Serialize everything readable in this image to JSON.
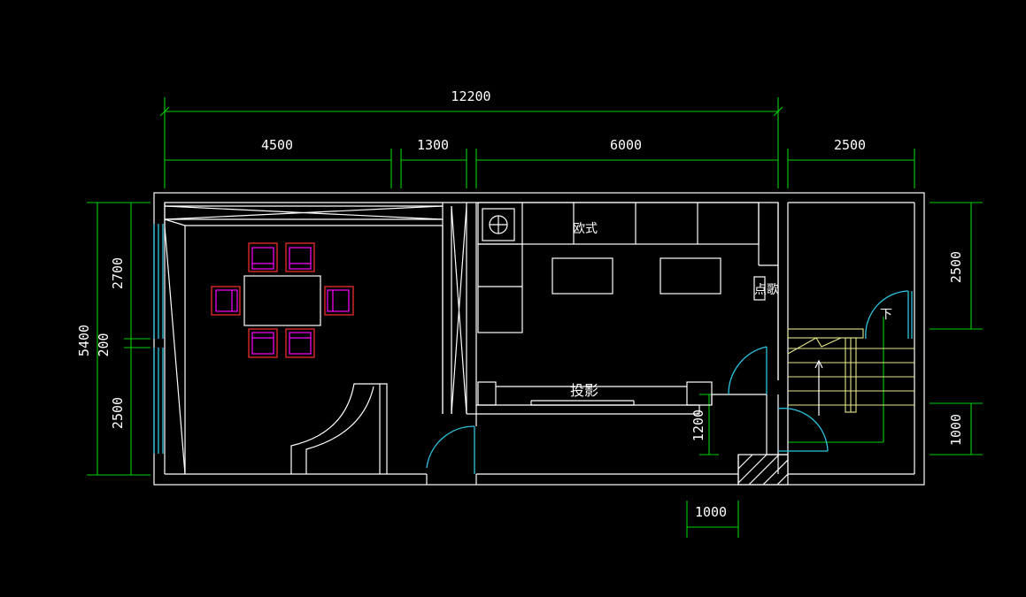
{
  "dimensions": {
    "overall": "12200",
    "segment_1": "4500",
    "segment_2": "1300",
    "segment_3": "6000",
    "segment_4": "2500",
    "left_total": "5400",
    "left_top": "2700",
    "left_mid": "200",
    "left_bottom": "2500",
    "right_top": "2500",
    "right_bottom": "1000",
    "door_height": "1200",
    "bottom_width": "1000"
  },
  "labels": {
    "european_sofa": "欧式",
    "karaoke": "点歌",
    "projection": "投影",
    "stairs_down": "下"
  },
  "colors": {
    "background": "#000000",
    "walls": "#ffffff",
    "dimension_lines": "#00d000",
    "doors_windows": "#2fc4e0",
    "chairs_outer": "#ff3030",
    "chairs_inner": "#ff00ff",
    "stairs": "#e6e68a"
  }
}
